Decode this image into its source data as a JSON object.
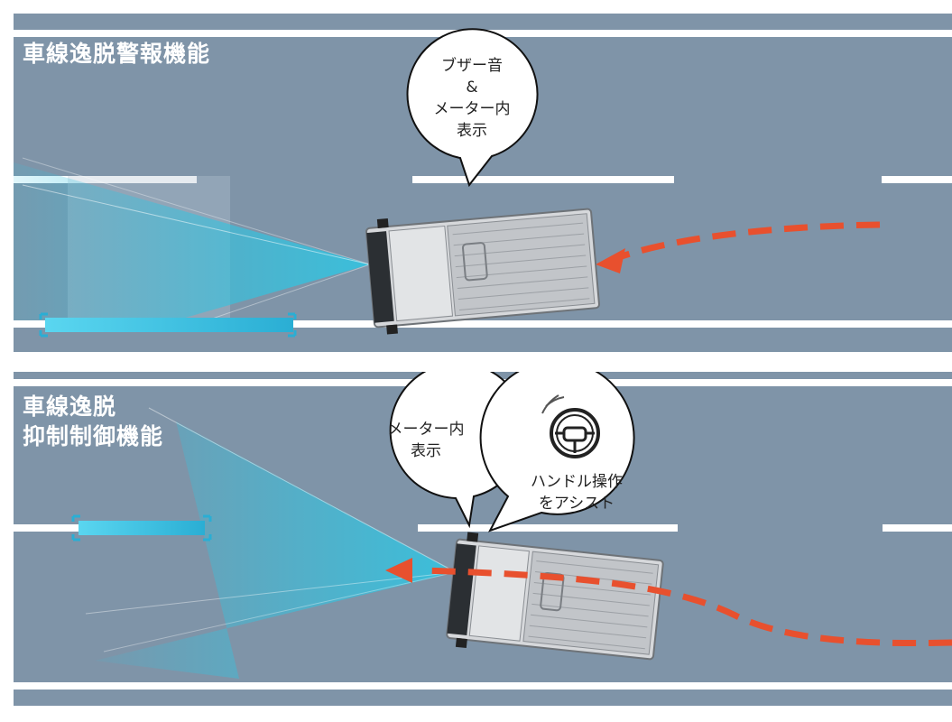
{
  "panels": [
    {
      "title": "車線逸脱警報機能",
      "bubbles": [
        {
          "lines": [
            "ブザー音",
            "&",
            "メーター内",
            "表示"
          ]
        }
      ]
    },
    {
      "title_lines": [
        "車線逸脱",
        "抑制制御機能"
      ],
      "bubbles": [
        {
          "lines": [
            "メーター内",
            "表示"
          ]
        },
        {
          "lines": [
            "ハンドル操作",
            "をアシスト"
          ],
          "icon": "steering-wheel-icon"
        }
      ]
    }
  ],
  "colors": {
    "road": "#7f94a8",
    "lane_marking": "#ffffff",
    "trajectory": "#e8502e",
    "sensor_beam": "#33c3e0"
  }
}
